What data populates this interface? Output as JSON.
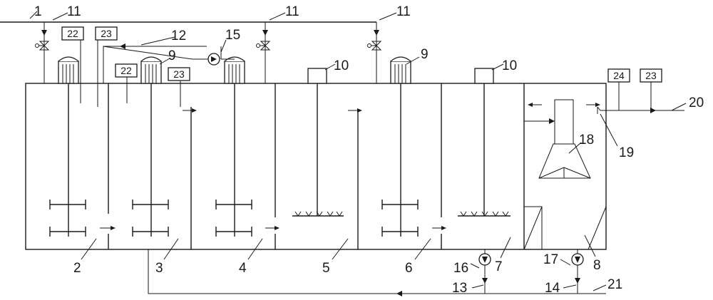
{
  "labels": {
    "l1": "1",
    "l2": "2",
    "l3": "3",
    "l4": "4",
    "l5": "5",
    "l6": "6",
    "l7": "7",
    "l8": "8",
    "l9": "9",
    "l10": "10",
    "l11": "11",
    "l12": "12",
    "l13": "13",
    "l14": "14",
    "l15": "15",
    "l16": "16",
    "l17": "17",
    "l18": "18",
    "l19": "19",
    "l20": "20",
    "l21": "21"
  },
  "boxes": {
    "b22": "22",
    "b23": "23",
    "b24": "24"
  },
  "colors": {
    "line": "#1a1a1a",
    "background": "#ffffff"
  }
}
